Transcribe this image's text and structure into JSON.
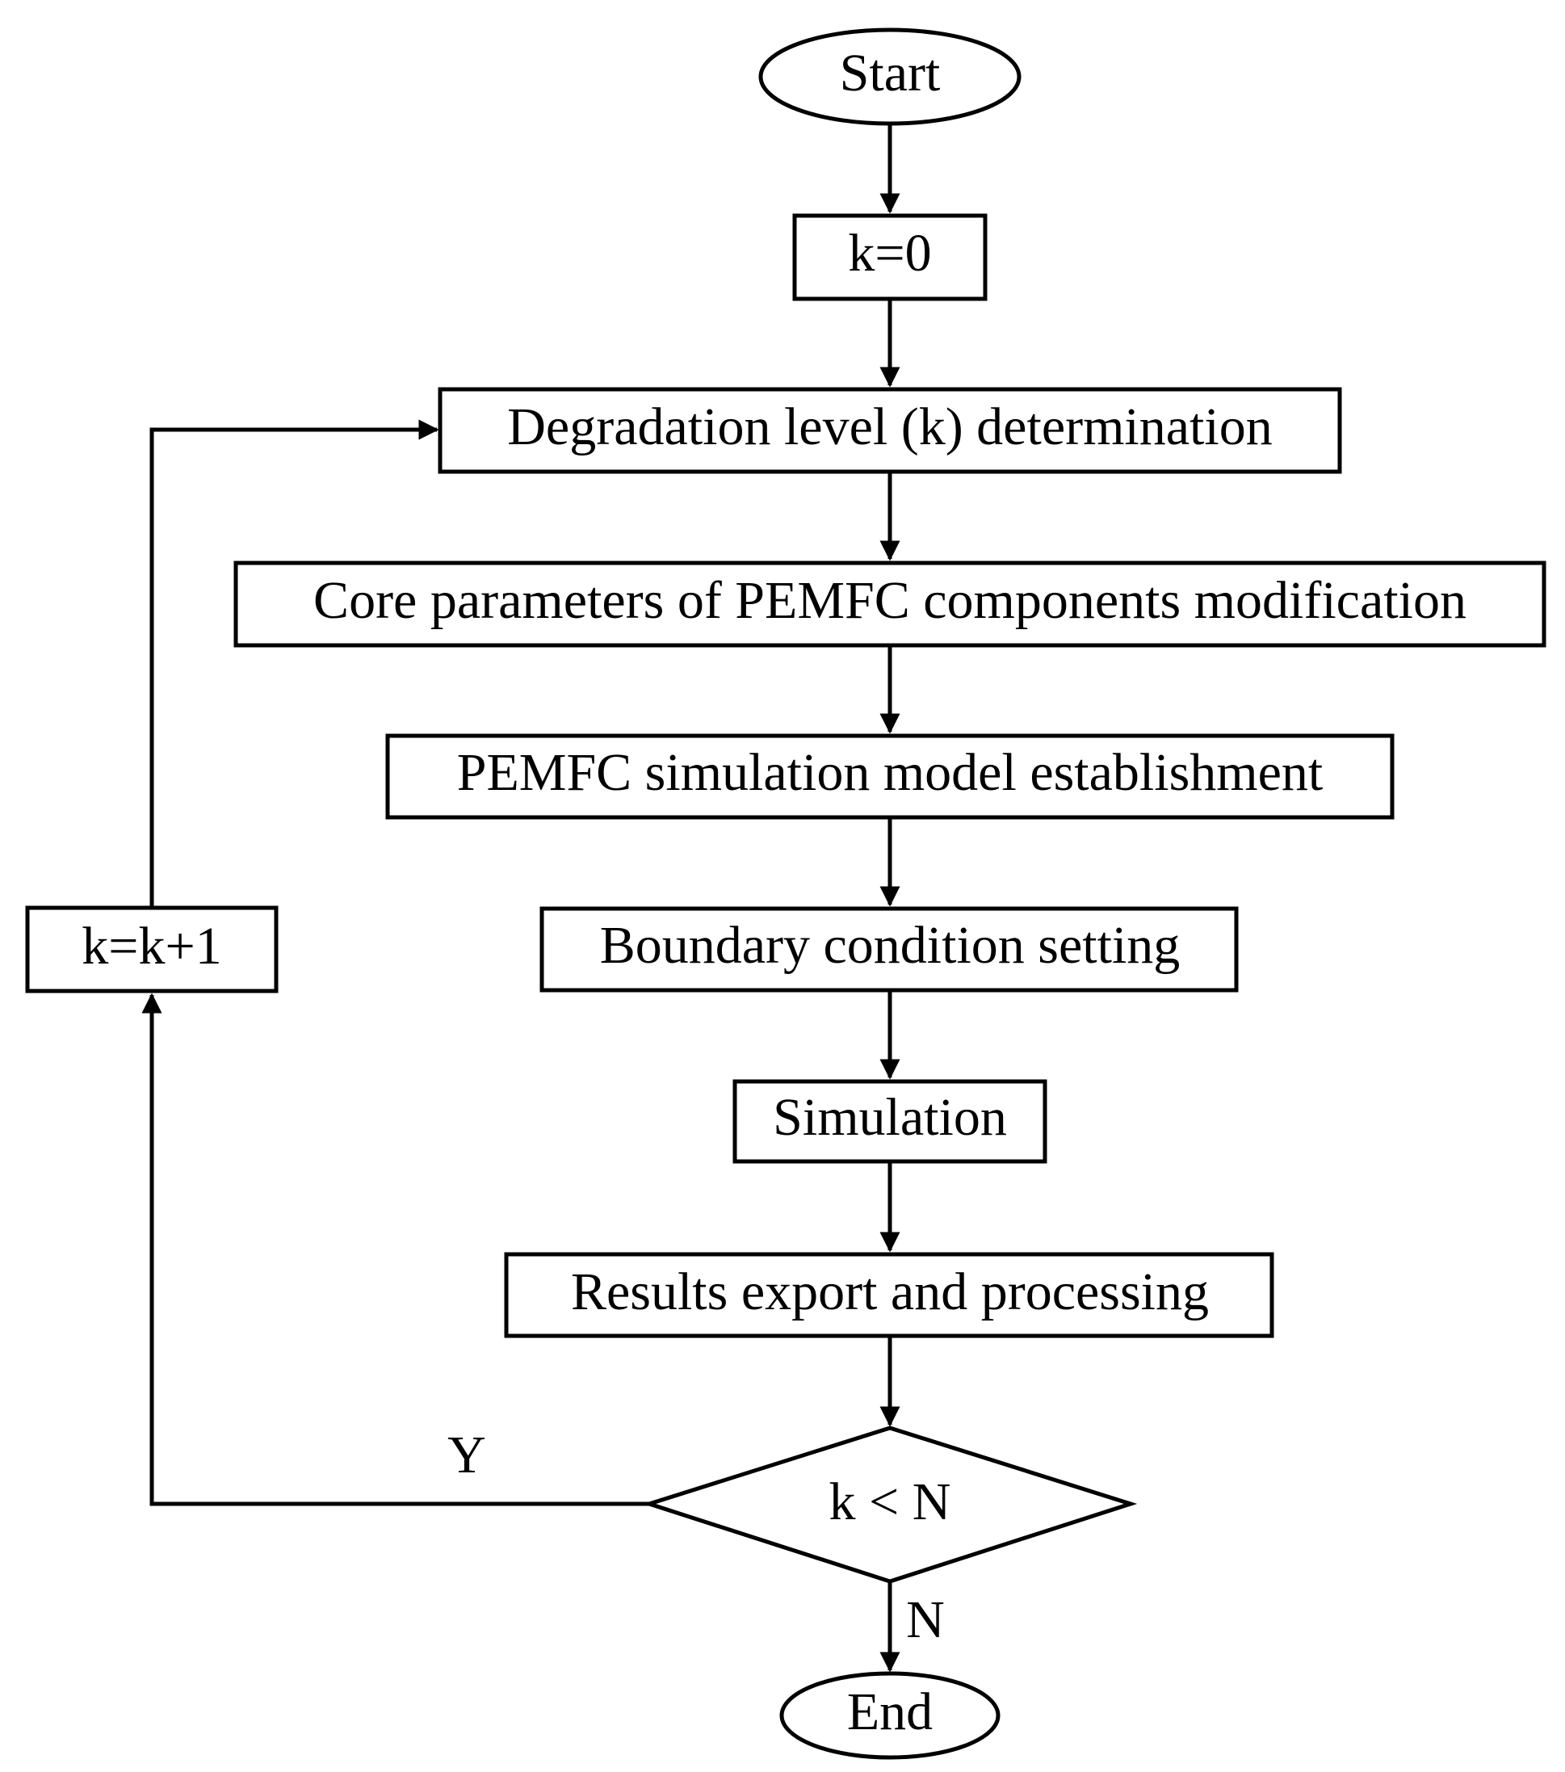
{
  "nodes": {
    "start": "Start",
    "init": "k=0",
    "degradation": "Degradation level (k) determination",
    "core_params": "Core parameters of PEMFC components modification",
    "model": "PEMFC simulation model establishment",
    "boundary": "Boundary condition setting",
    "simulation": "Simulation",
    "results": "Results export and processing",
    "decision": "k < N",
    "increment": "k=k+1",
    "end": "End"
  },
  "edge_labels": {
    "yes": "Y",
    "no": "N"
  }
}
